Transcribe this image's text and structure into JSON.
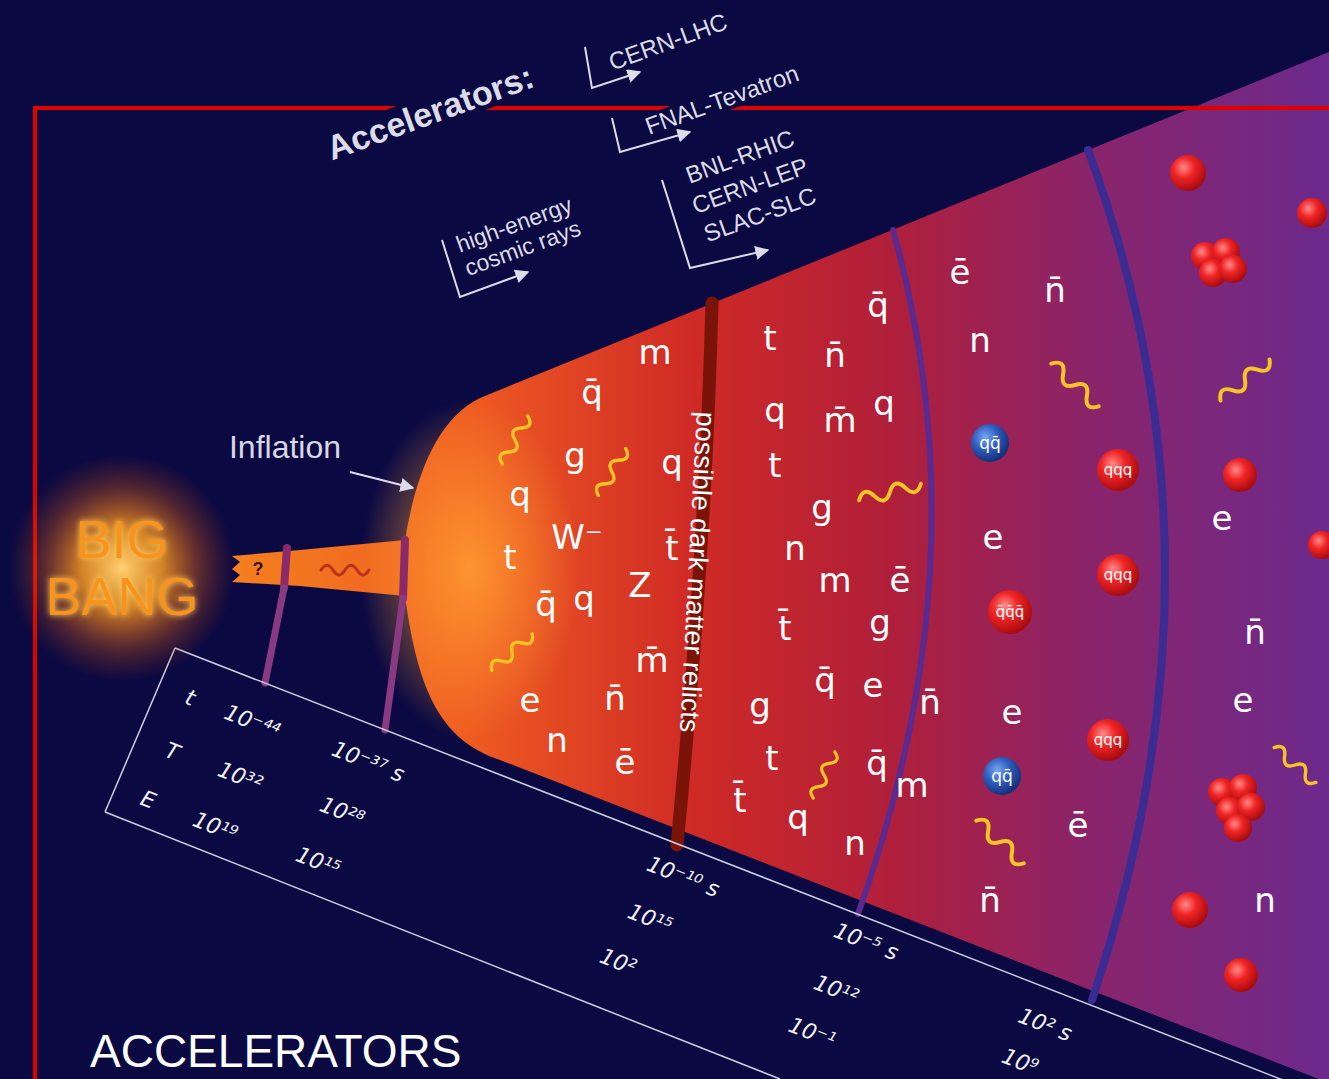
{
  "diagram": {
    "caption": "ACCELERATORS",
    "nodes": [
      {
        "text": [
          "BIG BANG"
        ]
      },
      {
        "text": [
          "qq̄"
        ]
      },
      {
        "text": [
          "qqq"
        ]
      },
      {
        "text": [
          "qqq"
        ]
      },
      {
        "text": [
          "q̄q̄q̄"
        ]
      },
      {
        "text": [
          "qqq"
        ]
      },
      {
        "text": [
          "qq̄"
        ]
      }
    ],
    "labels": [
      "Accelerators:",
      "CERN-LHC",
      "FNAL-Tevatron",
      "BNL-RHIC",
      "CERN-LEP",
      "SLAC-SLC",
      "high-energy cosmic rays",
      "Inflation",
      "?",
      "possible dark matter relicts",
      "m",
      "q̄",
      "g",
      "q",
      "q",
      "W⁻",
      "t",
      "t̄",
      "Z",
      "q̄",
      "q",
      "m̄",
      "e",
      "n̄",
      "n",
      "ē",
      "q̄",
      "t",
      "n̄",
      "q",
      "m̄",
      "q",
      "t",
      "g",
      "n",
      "m",
      "ē",
      "t̄",
      "g",
      "q̄",
      "e",
      "n̄",
      "g",
      "t",
      "q̄",
      "m",
      "t̄",
      "q",
      "n",
      "ē",
      "n̄",
      "n",
      "e",
      "e",
      "ē",
      "n̄",
      "e",
      "n̄",
      "e",
      "n",
      "t",
      "10⁻⁴⁴",
      "10⁻³⁷ s",
      "T",
      "10³²",
      "10²⁸",
      "E",
      "10¹⁹",
      "10¹⁵",
      "10⁻¹⁰ s",
      "10¹⁵",
      "10²",
      "10⁻⁵ s",
      "10¹²",
      "10⁻¹",
      "10² s",
      "10⁹"
    ]
  }
}
